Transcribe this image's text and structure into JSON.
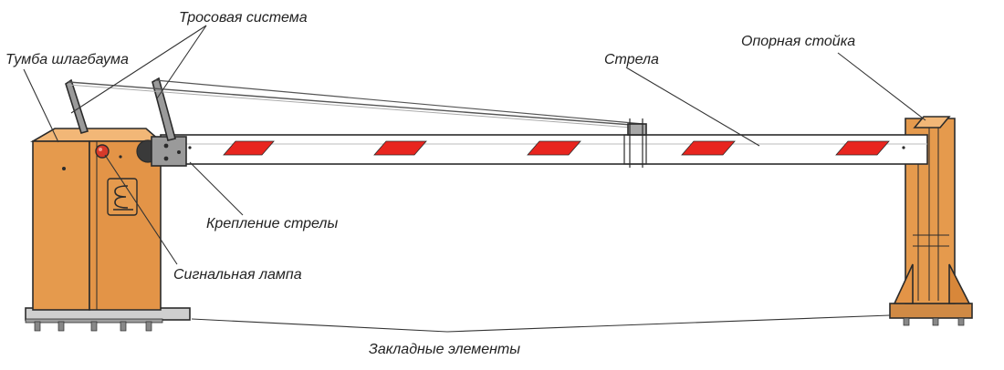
{
  "labels": {
    "cable_system": "Тросовая система",
    "barrier_cabinet": "Тумба шлагбаума",
    "boom": "Стрела",
    "support_post": "Опорная стойка",
    "boom_mount": "Крепление стрелы",
    "signal_lamp": "Сигнальная лампа",
    "embedded_elements": "Закладные элементы"
  },
  "colors": {
    "body": "#e59a4d",
    "body_shade": "#c9782f",
    "boom": "#ffffff",
    "reflector": "#e8251f",
    "lamp": "#d63a2a"
  },
  "icons": {
    "cabinet_logo": "spring-logo-icon"
  }
}
